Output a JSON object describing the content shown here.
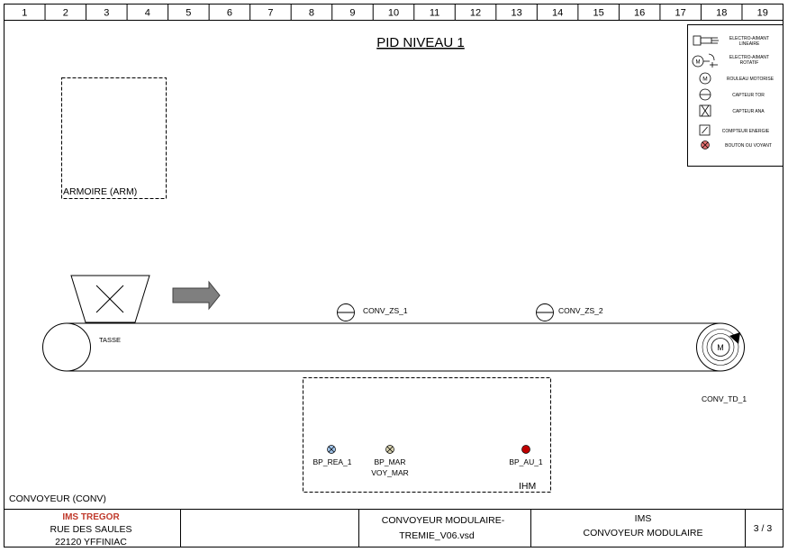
{
  "title": "PID NIVEAU 1",
  "column_numbers": [
    "1",
    "2",
    "3",
    "4",
    "5",
    "6",
    "7",
    "8",
    "9",
    "10",
    "11",
    "12",
    "13",
    "14",
    "15",
    "16",
    "17",
    "18",
    "19"
  ],
  "legend": {
    "items": [
      {
        "icon": "linear-electromagnet-icon",
        "label_lines": [
          "ELECTRO-AIMANT",
          "LINEAIRE"
        ]
      },
      {
        "icon": "rotary-electromagnet-icon",
        "label_lines": [
          "ELECTRO-AIMANT",
          "ROTATIF"
        ]
      },
      {
        "icon": "motorized-roller-icon",
        "label_lines": [
          "ROULEAU MOTORISE"
        ]
      },
      {
        "icon": "tor-sensor-icon",
        "label_lines": [
          "CAPTEUR TOR"
        ]
      },
      {
        "icon": "analog-sensor-icon",
        "label_lines": [
          "CAPTEUR ANA"
        ]
      },
      {
        "icon": "energy-meter-icon",
        "label_lines": [
          "COMPTEUR ENERGIE"
        ]
      },
      {
        "icon": "button-light-icon",
        "label_lines": [
          "BOUTON OU VOYANT"
        ]
      }
    ]
  },
  "diagram": {
    "armoire_label": "ARMOIRE (ARM)",
    "tasse_label": "TASSE",
    "sensor_1": "CONV_ZS_1",
    "sensor_2": "CONV_ZS_2",
    "motor_symbol": "M",
    "motor_label": "CONV_TD_1",
    "ihm_label": "IHM",
    "buttons": [
      {
        "label_lines": [
          "BP_REA_1"
        ],
        "color": "#9fc3e9"
      },
      {
        "label_lines": [
          "BP_MAR",
          "VOY_MAR"
        ],
        "color": "#d8d3b0"
      },
      {
        "label_lines": [
          "BP_AU_1"
        ],
        "color": "#c00000"
      }
    ],
    "convoyeur_label": "CONVOYEUR (CONV)"
  },
  "footer": {
    "company": "IMS TREGOR",
    "address_line1": "RUE DES SAULES",
    "address_line2": "22120 YFFINIAC",
    "file_line1": "CONVOYEUR MODULAIRE-",
    "file_line2": "TREMIE_V06.vsd",
    "project_line1": "IMS",
    "project_line2": "CONVOYEUR MODULAIRE",
    "page": "3 / 3"
  },
  "colors": {
    "company": "#c0392b",
    "arrow_fill": "#7f7f7f",
    "stop_button": "#c00000",
    "legend_button": "#e07070"
  }
}
